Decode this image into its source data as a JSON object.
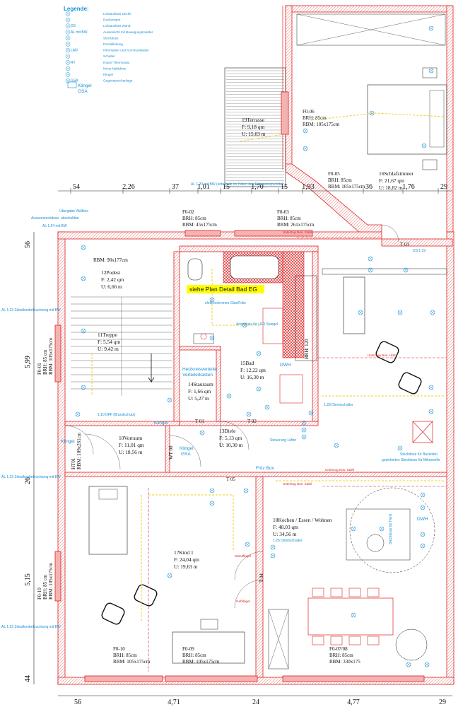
{
  "legend": {
    "title": "Legende:",
    "items": [
      {
        "symbol": "",
        "label": "Lichtauslass Decke"
      },
      {
        "symbol": "",
        "label": "Deckenspot"
      },
      {
        "symbol": "DS",
        "label": "Lichtauslass Wand"
      },
      {
        "symbol": "AL mit BW",
        "label": "Aussenlicht mit Bewegungsmelder"
      },
      {
        "symbol": "",
        "label": "Steckdose"
      },
      {
        "symbol": "",
        "label": "Pendelleitung"
      },
      {
        "symbol": "LAN",
        "label": "Information und Kommunikation"
      },
      {
        "symbol": "",
        "label": "Schalter"
      },
      {
        "symbol": "RT",
        "label": "Raum-Thermostat"
      },
      {
        "symbol": "",
        "label": "Moos Nahtdose"
      },
      {
        "symbol": "",
        "label": "Klingel"
      },
      {
        "symbol": "GSA",
        "label": "Gegensprechanlage"
      }
    ],
    "klingel_label": "Klingel",
    "gsa_label": "GSA"
  },
  "highlight_note": "siehe Plan Detail Bad EG",
  "rooms": [
    {
      "id": "19",
      "name": "Terrasse",
      "area": "F: 9,18 qm",
      "perimeter": "U: 15,03 m"
    },
    {
      "id": "16",
      "name": "Schlafzimmer",
      "area": "F: 21,67 qm",
      "perimeter": "U: 18,82 m"
    },
    {
      "id": "12",
      "name": "Podest",
      "area": "F: 2,42 qm",
      "perimeter": "U: 6,66 m"
    },
    {
      "id": "11",
      "name": "Treppe",
      "area": "F: 5,54 qm",
      "perimeter": "U: 9,42 m"
    },
    {
      "id": "15",
      "name": "Bad",
      "area": "F: 12,22 qm",
      "perimeter": "U: 16,30 m"
    },
    {
      "id": "14",
      "name": "Stauraum",
      "area": "F: 1,66 qm",
      "perimeter": "U: 5,27 m"
    },
    {
      "id": "10",
      "name": "Vorraum",
      "area": "F: 11,01 qm",
      "perimeter": "U: 18,56 m"
    },
    {
      "id": "13",
      "name": "Diele",
      "area": "F: 5,13 qm",
      "perimeter": "U: 10,30 m"
    },
    {
      "id": "18",
      "name": "Kochen / Essen / Wohnen",
      "area": "F: 48,03 qm",
      "perimeter": "U: 34,56 m"
    },
    {
      "id": "17",
      "name": "Kind 1",
      "area": "F: 24,04 qm",
      "perimeter": "U: 19,63 m"
    }
  ],
  "windows": [
    {
      "id": "F0-06",
      "brh": "BRH: 85cm",
      "rbm": "RBM: 105x175cm"
    },
    {
      "id": "F0-05",
      "brh": "BRH: 85cm",
      "rbm": "RBM: 105x175cm"
    },
    {
      "id": "F0-02",
      "brh": "BRH: 85cm",
      "rbm": "RBM: 45x175cm"
    },
    {
      "id": "F0-03",
      "brh": "BRH: 85cm",
      "rbm": "RBM: 261x175cm"
    },
    {
      "id": "F0-10",
      "brh": "BRH: 85cm",
      "rbm": "RBM: 105x175cm"
    },
    {
      "id": "F0-09",
      "brh": "BRH: 85cm",
      "rbm": "RBM: 105x175cm"
    },
    {
      "id": "F0-07/08",
      "brh": "BRH: 85cm",
      "rbm": "RBM: 330x175"
    }
  ],
  "side_labels": {
    "f001": "F0-01",
    "f001_brh": "BRH: 85 cm",
    "f001_rbm": "RBM: 105x175cm",
    "f010": "F0-10",
    "f010_brh": "BRH: 85 cm",
    "f010_rbm": "RBM: 105x175cm",
    "ht01": "HT01",
    "ht01_rbm": "RBM: 109x261cm",
    "wt00": "WT 00",
    "rbm_podest": "RBM: 98x177cm",
    "brh_bad": "BRH: 120",
    "t01": "T 01",
    "t02": "T 02",
    "t03": "T 03",
    "t04": "T 04",
    "t05": "T 05"
  },
  "dimensions_top": [
    "54",
    "2,26",
    "37",
    "1,01",
    "15",
    "1,70",
    "15",
    "1,93",
    "36",
    "1,76",
    "29"
  ],
  "dimensions_bottom": [
    "56",
    "4,71",
    "24",
    "4,77",
    "29"
  ],
  "dimensions_left": [
    "56",
    "5,99",
    "26",
    "5,15",
    "44"
  ],
  "blue_labels": {
    "al_top": "AL 1.20 mit BW (unterhalb im Hafen des Entwässerpunkte)",
    "uebergabe": "Übergabe Wallbox",
    "aussenst": "Aussensteckdose, abschaltbar",
    "al124": "AL 1.24 mit BW",
    "al123a": "AL 1.23 Zebalkonbeleuchtung mit BW",
    "al123b": "AL 1.23 Zebalkonbeleuchtung mit BW",
    "al123c": "AL 1.23 Zebalkonbeleuchtung mit BW",
    "elektro_glas": "elektrochromes Glas/Folie",
    "anschluss_led": "Anschluss für LED Spiegel",
    "heiz": "Heizkreisverteiler",
    "verteiler": "Verteilerkasten",
    "dwh": "DWH",
    "dwh2": "DWH",
    "klingel2": "Klingel",
    "klingel3": "Klingel",
    "gsa2": "GSA",
    "steuerung": "Steuerung Lüfter",
    "fritz": "Fritz Box",
    "dimm1": "1.26 Dimmschalter",
    "dimm2": "1.28 Dimmschalter",
    "backofen": "Steckdose für Backofen",
    "mikro": "gesichertes Steckdose für Mikrowelle",
    "dach": "Steckdose für Herd",
    "dsx": "DS 1.19",
    "brandschutz": "1.10 DFF (Brandschutz)"
  },
  "red_labels": {
    "unterzug1": "Unterzug Nos. Stahl",
    "unterzug2": "Unterzug Nos. Holz",
    "unterzug3": "Unterzug Nos. Stahl",
    "unterzug4": "Unterzug Nos. Stahl",
    "standfluegel": "Standflügel",
    "gehfluegel": "Gehflügel"
  },
  "colors": {
    "wall_red": "#e02020",
    "install_blue": "#1a8fd6",
    "highlight": "#ffff00",
    "cable_yellow": "#f0d020"
  }
}
